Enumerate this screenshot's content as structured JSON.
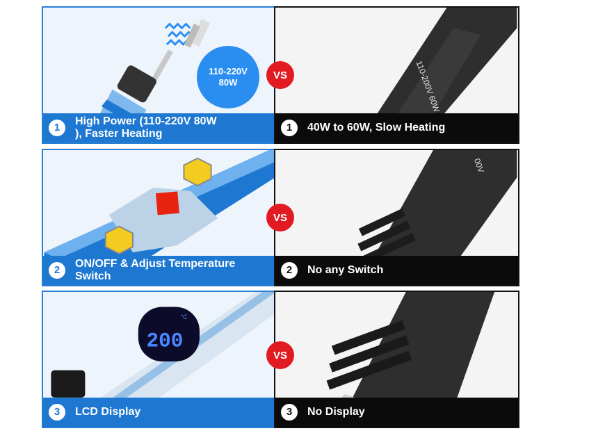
{
  "vs_label": "VS",
  "power_badge": {
    "line1": "110-220V",
    "line2": "80W"
  },
  "lcd_reading": "200",
  "lcd_unit": "°C",
  "iron_print": "110-200V 60W",
  "iron_print_partial": "00V",
  "rows": [
    {
      "left": {
        "number": "1",
        "text": "High Power (110-220V  80W\n), Faster Heating"
      },
      "right": {
        "number": "1",
        "text": "40W to 60W, Slow Heating"
      }
    },
    {
      "left": {
        "number": "2",
        "text": "ON/OFF & Adjust Temperature\nSwitch"
      },
      "right": {
        "number": "2",
        "text": "No any Switch"
      }
    },
    {
      "left": {
        "number": "3",
        "text": "LCD Display"
      },
      "right": {
        "number": "3",
        "text": "No Display"
      }
    }
  ],
  "colors": {
    "brand_blue": "#1e78d2",
    "vs_red": "#e21b23",
    "dark_band": "#0b0b0b",
    "lcd_blue": "#3a7bff"
  }
}
